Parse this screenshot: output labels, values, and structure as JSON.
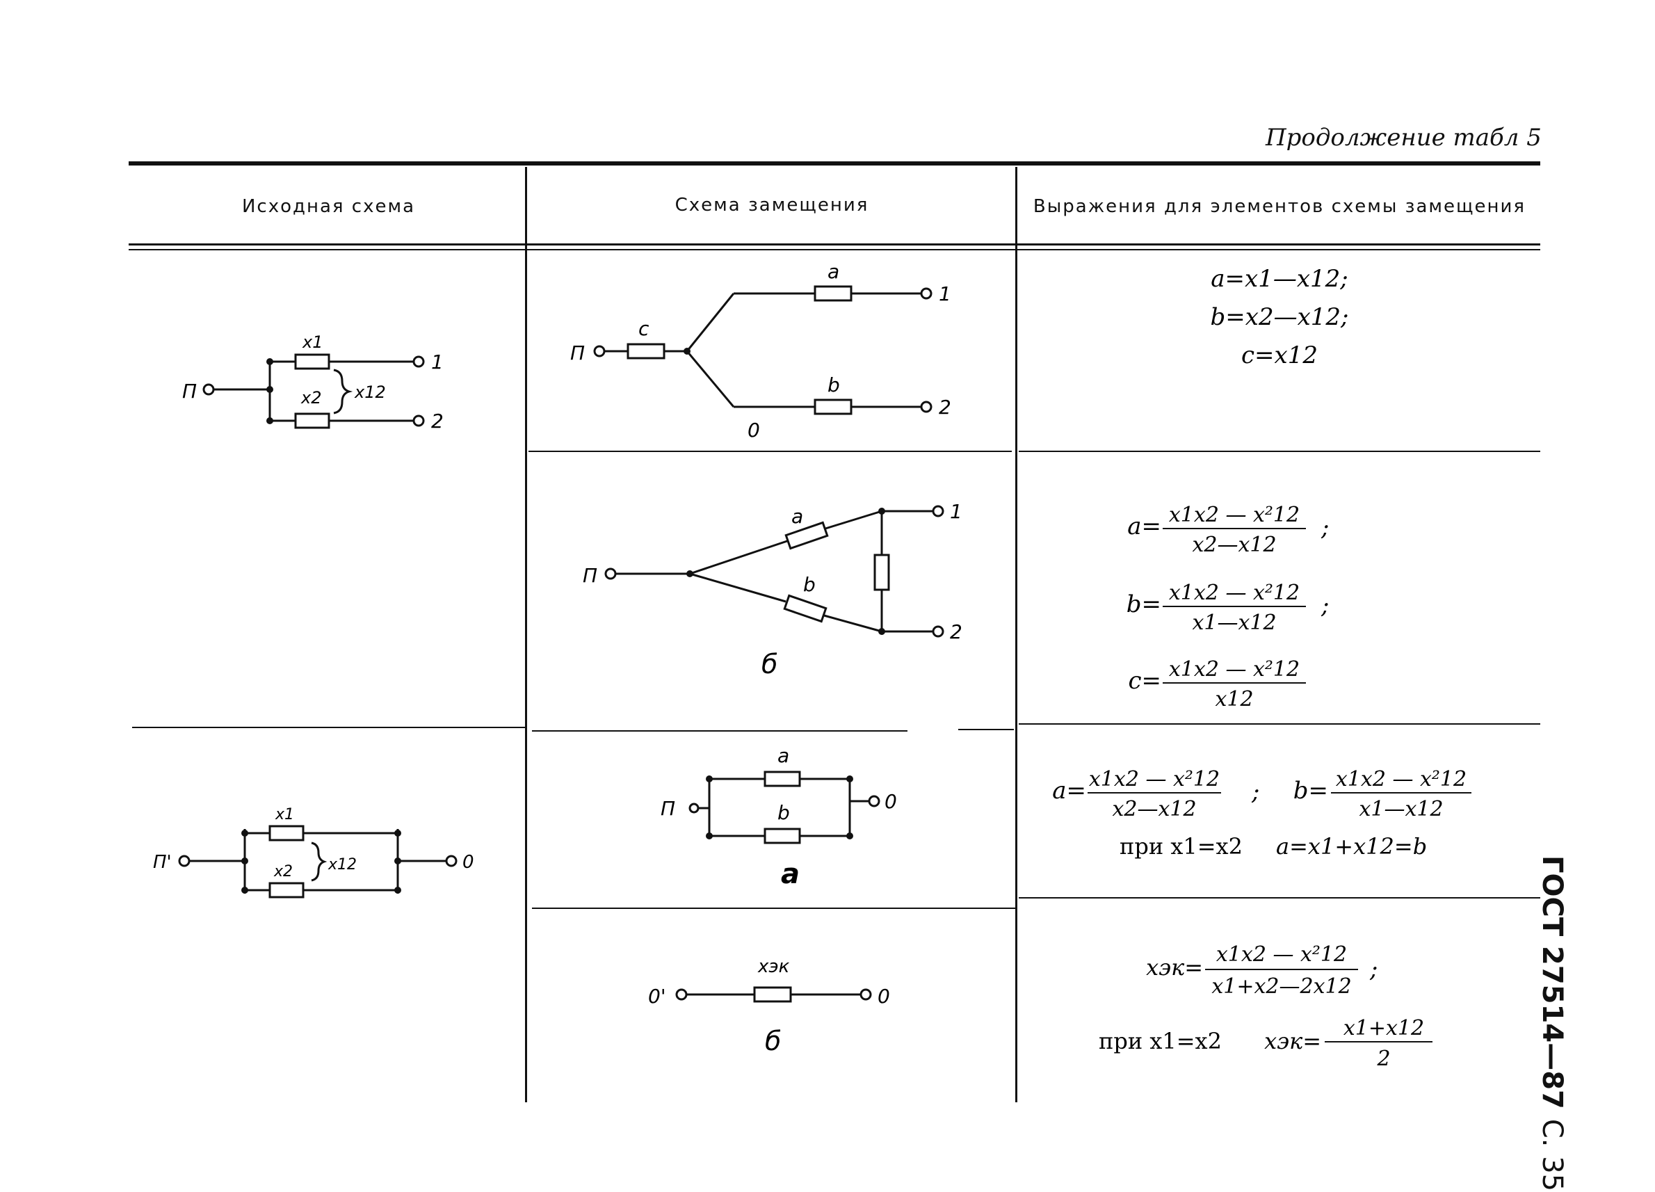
{
  "caption": "Продолжение табл 5",
  "side_label": "ГОСТ 27514—87",
  "side_page": "С. 35",
  "headers": {
    "col1": "Исходная схема",
    "col2": "Схема замещения",
    "col3": "Выражения для элементов схемы замещения"
  },
  "schemes": {
    "src1": {
      "node_n": "П",
      "x1": "x1",
      "x2": "x2",
      "x12": "x12",
      "t1": "1",
      "t2": "2"
    },
    "sub1a": {
      "node_n": "П",
      "c": "c",
      "a": "a",
      "b": "b",
      "t1": "1",
      "t2": "2",
      "o": "0"
    },
    "sub1b": {
      "node_n": "П",
      "a": "a",
      "b": "b",
      "t1": "1",
      "t2": "2",
      "label": "б"
    },
    "src2": {
      "node_n": "П'",
      "x1": "x1",
      "x2": "x2",
      "x12": "x12",
      "o": "0"
    },
    "sub2a": {
      "node_n": "П",
      "a": "a",
      "b": "b",
      "o": "0",
      "label": "а"
    },
    "sub2b": {
      "node_n": "0'",
      "xek": "xэк",
      "o": "0",
      "label": "б"
    }
  },
  "formulas": {
    "r1": [
      "a=x1—x12;",
      "b=x2—x12;",
      "c=x12"
    ],
    "r2": {
      "a_lhs": "a=",
      "a_num": "x1x2 — x²12",
      "a_den": "x2—x12",
      "b_lhs": "b=",
      "b_num": "x1x2 — x²12",
      "b_den": "x1—x12",
      "c_lhs": "c=",
      "c_num": "x1x2 — x²12",
      "c_den": "x12",
      "sep": ";"
    },
    "r3": {
      "a_lhs": "a=",
      "a_num": "x1x2 — x²12",
      "a_den": "x2—x12",
      "b_lhs": "b=",
      "b_num": "x1x2 — x²12",
      "b_den": "x1—x12",
      "cond": "при x1=x2",
      "cond_eq": "a=x1+x12=b",
      "sep": ";"
    },
    "r4": {
      "lhs": "xэк=",
      "num": "x1x2 — x²12",
      "den": "x1+x2—2x12",
      "cond": "при x1=x2",
      "lhs2": "xэк=",
      "num2": "x1+x12",
      "den2": "2",
      "sep": ";"
    }
  }
}
